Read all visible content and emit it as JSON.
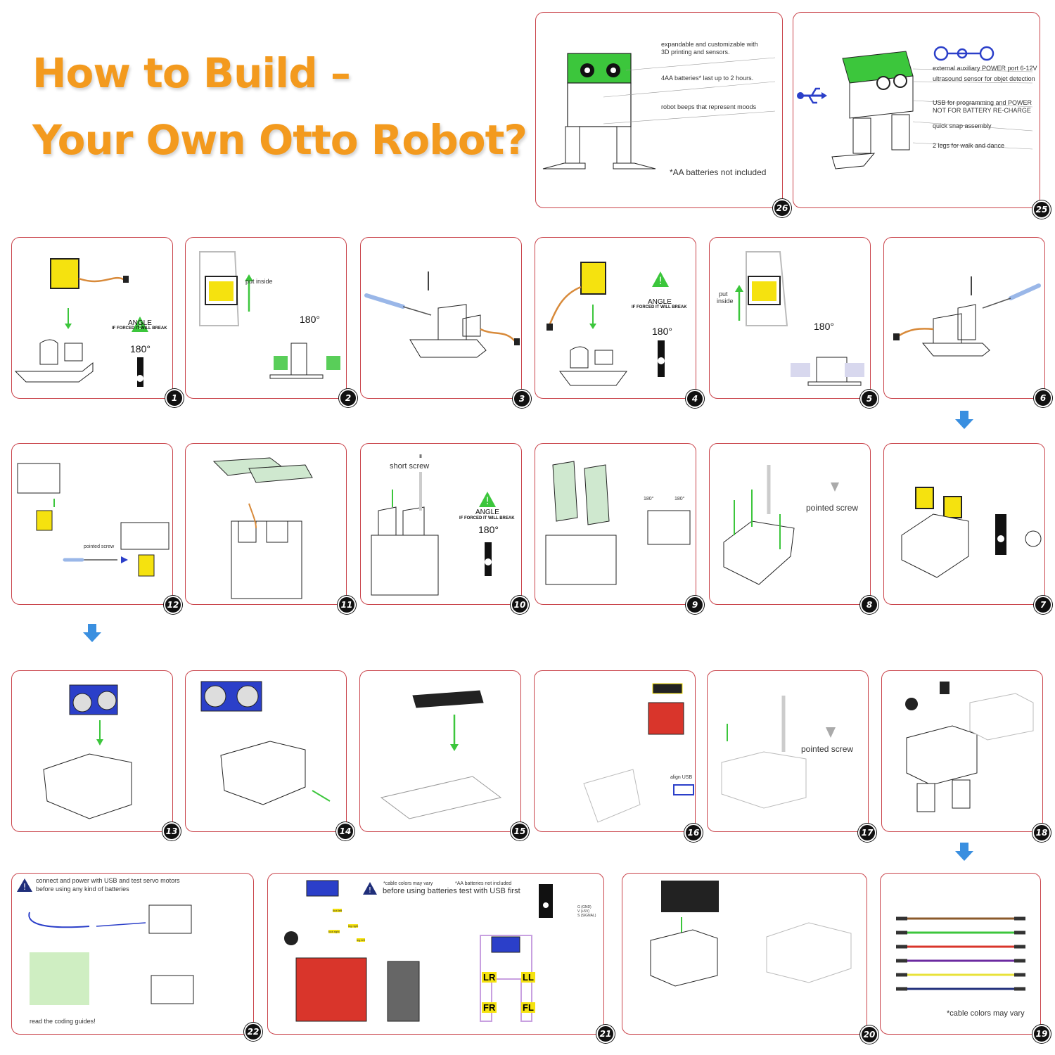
{
  "title": {
    "line1": "How to Build –",
    "line2": "Your Own Otto Robot?"
  },
  "colors": {
    "title": "#f39a1e",
    "border": "#c9434a",
    "accent_green": "#3cc63c",
    "part_yellow": "#f5e20f",
    "arrow_blue": "#3a8fe0",
    "usb_blue": "#2b3fc9"
  },
  "common": {
    "angle": "ANGLE",
    "forced_warning": "IF FORCED IT WILL BREAK",
    "deg180": "180°",
    "pointed_screw": "pointed screw",
    "put_inside": "put inside"
  },
  "panel26": {
    "number": "26",
    "feature1": "expandable and customizable with",
    "feature1b": "3D printing and sensors.",
    "feature2": "4AA batteries* last up to 2 hours.",
    "feature3": "robot beeps that represent moods",
    "note": "*AA batteries not included"
  },
  "panel25": {
    "number": "25",
    "feature1": "external auxiliary POWER port 6-12V",
    "feature2": "ultrasound sensor for objet detection",
    "feature3": "USB for programming and POWER",
    "feature3b": "NOT FOR BATTERY RE-CHARGE",
    "feature4": "quick snap assembly",
    "feature5": "2 legs for walk and dance",
    "usb_icon": "usb-icon"
  },
  "panel1": {
    "number": "1"
  },
  "panel2": {
    "number": "2"
  },
  "panel3": {
    "number": "3"
  },
  "panel4": {
    "number": "4"
  },
  "panel5": {
    "number": "5",
    "put": "put",
    "inside": "inside"
  },
  "panel6": {
    "number": "6"
  },
  "panel12": {
    "number": "12"
  },
  "panel11": {
    "number": "11"
  },
  "panel10": {
    "number": "10",
    "short_screw": "short screw"
  },
  "panel9": {
    "number": "9",
    "deg_a": "180°",
    "deg_b": "180°"
  },
  "panel8": {
    "number": "8"
  },
  "panel7": {
    "number": "7"
  },
  "panel13": {
    "number": "13"
  },
  "panel14": {
    "number": "14"
  },
  "panel15": {
    "number": "15"
  },
  "panel16": {
    "number": "16",
    "align_usb": "align USB"
  },
  "panel17": {
    "number": "17"
  },
  "panel18": {
    "number": "18"
  },
  "panel22": {
    "number": "22",
    "warning1": "connect and power with USB and test servo motors",
    "warning2": "before using any kind of batteries",
    "guide": "read the coding guides!"
  },
  "panel21": {
    "number": "21",
    "note1": "*cable colors may vary",
    "note2": "*AA batteries not included",
    "warning": "before using batteries test with USB first",
    "pin1": "G (GND)",
    "pin2": "V (+5V)",
    "pin3": "S (SIGNAL)",
    "slots": [
      "LR",
      "LL",
      "FR",
      "FL"
    ],
    "servo_tags": [
      "foot left",
      "foot right",
      "leg right",
      "leg left"
    ]
  },
  "panel20": {
    "number": "20"
  },
  "panel19": {
    "number": "19",
    "note": "*cable colors may vary",
    "cable_colors": [
      "#8b5a2b",
      "#3cc63c",
      "#d9352b",
      "#6b2aa0",
      "#e8e23a",
      "#1f2e7a"
    ]
  }
}
